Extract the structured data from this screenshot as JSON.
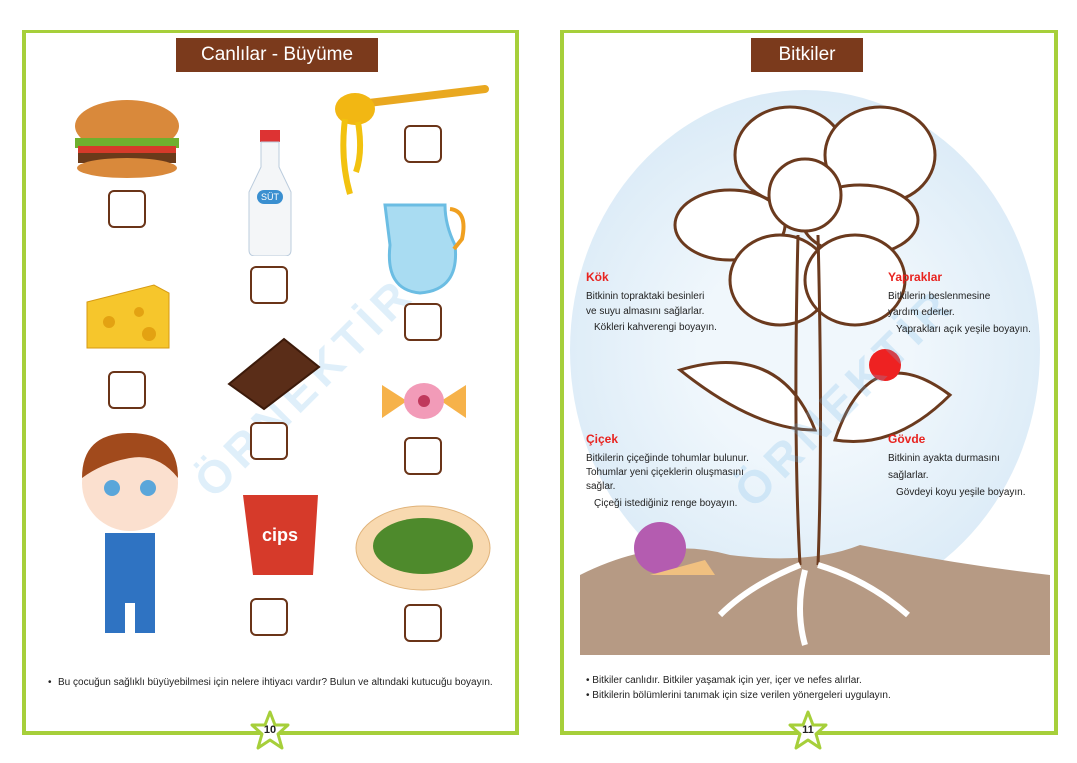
{
  "left_page": {
    "title": "Canlılar - Büyüme",
    "items": [
      {
        "name": "hamburger"
      },
      {
        "name": "milk",
        "label": "SÜT"
      },
      {
        "name": "honey"
      },
      {
        "name": "water-jug"
      },
      {
        "name": "cheese"
      },
      {
        "name": "chocolate"
      },
      {
        "name": "candy"
      },
      {
        "name": "chips",
        "label": "cips"
      },
      {
        "name": "salad"
      }
    ],
    "instruction": "Bu çocuğun sağlıklı büyüyebilmesi için nelere ihtiyacı vardır? Bulun ve altındaki kutucuğu boyayın.",
    "page_number": "10",
    "watermark": "ÖRNEKTİR"
  },
  "right_page": {
    "title": "Bitkiler",
    "kok": {
      "heading": "Kök",
      "line1": "Bitkinin topraktaki besinleri",
      "line2": "ve suyu almasını sağlarlar.",
      "bullet": "Kökleri kahverengi boyayın."
    },
    "yapraklar": {
      "heading": "Yapraklar",
      "line1": "Bitkilerin beslenmesine",
      "line2": "yardım ederler.",
      "bullet": "Yaprakları açık yeşile boyayın."
    },
    "cicek": {
      "heading": "Çiçek",
      "line1": "Bitkilerin çiçeğinde tohumlar bulunur.",
      "line2": "Tohumlar yeni çiçeklerin oluşmasını",
      "line3": "sağlar.",
      "bullet": "Çiçeği istediğiniz renge boyayın."
    },
    "govde": {
      "heading": "Gövde",
      "line1": "Bitkinin ayakta durmasını",
      "line2": "sağlarlar.",
      "bullet": "Gövdeyi koyu yeşile boyayın."
    },
    "notes": [
      "Bitkiler canlıdır. Bitkiler yaşamak için yer, içer ve nefes alırlar.",
      "Bitkilerin bölümlerini tanımak için size verilen yönergeleri uygulayın."
    ],
    "page_number": "11",
    "watermark": "ÖRNEKTİR"
  },
  "colors": {
    "frame": "#a6cf3a",
    "title_bg": "#7b3a1c",
    "heading": "#e8231f"
  }
}
